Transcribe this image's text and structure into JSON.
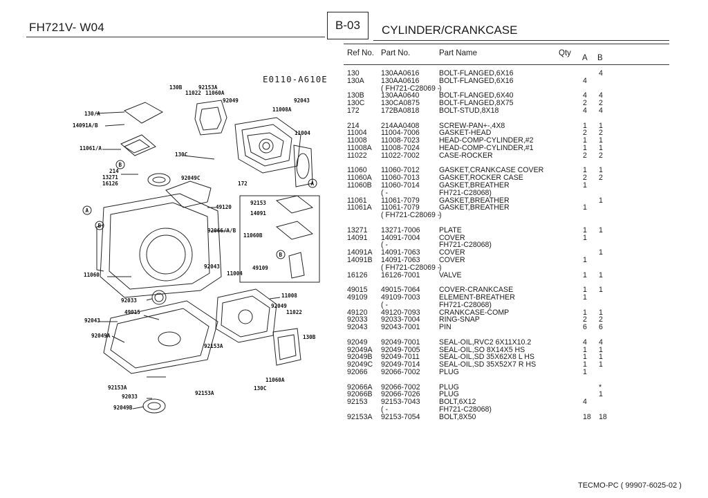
{
  "header": {
    "model": "FH721V- W04",
    "section_code": "B-03",
    "section_title": "CYLINDER/CRANKCASE"
  },
  "columns": {
    "ref_no": "Ref No.",
    "part_no": "Part No.",
    "part_name": "Part Name",
    "qty": "Qty",
    "a": "A",
    "b": "B"
  },
  "diagram": {
    "id": "E0110-A610E",
    "callouts": [
      "130B",
      "92153A",
      "11022",
      "11060A",
      "92049",
      "92043",
      "11008A",
      "130/A",
      "14091A/B",
      "11004",
      "11061/A",
      "130C",
      "214",
      "13271",
      "16126",
      "92049C",
      "172",
      "49120",
      "92153",
      "14091",
      "11060B",
      "92066/A/B",
      "92043",
      "11004",
      "11060",
      "49109",
      "11008",
      "92033",
      "92049",
      "11022",
      "49015",
      "92043",
      "92049A",
      "130B",
      "92153A",
      "92153A",
      "11060A",
      "130C",
      "92153A",
      "92033",
      "92049B"
    ],
    "letter_marks": [
      "B",
      "A",
      "B",
      "A",
      "B"
    ]
  },
  "parts": [
    {
      "ref": "130",
      "part": "130AA0616",
      "name": "BOLT-FLANGED,6X16",
      "a": "",
      "b": "4"
    },
    {
      "ref": "130A",
      "part": "130AA0616",
      "name": "BOLT-FLANGED,6X16",
      "a": "4",
      "b": ""
    },
    {
      "ref": "",
      "part": "(   FH721-C28069 -",
      "name": "          )",
      "a": "",
      "b": ""
    },
    {
      "ref": "130B",
      "part": "130AA0640",
      "name": "BOLT-FLANGED,6X40",
      "a": "4",
      "b": "4"
    },
    {
      "ref": "130C",
      "part": "130CA0875",
      "name": "BOLT-FLANGED,8X75",
      "a": "2",
      "b": "2"
    },
    {
      "ref": "172",
      "part": "172BA0818",
      "name": "BOLT-STUD,8X18",
      "a": "4",
      "b": "4"
    },
    {
      "ref": "",
      "part": "",
      "name": "",
      "a": "",
      "b": ""
    },
    {
      "ref": "214",
      "part": "214AA0408",
      "name": "SCREW-PAN+-,4X8",
      "a": "1",
      "b": "1"
    },
    {
      "ref": "11004",
      "part": "11004-7006",
      "name": "GASKET-HEAD",
      "a": "2",
      "b": "2"
    },
    {
      "ref": "11008",
      "part": "11008-7023",
      "name": "HEAD-COMP-CYLINDER,#2",
      "a": "1",
      "b": "1"
    },
    {
      "ref": "11008A",
      "part": "11008-7024",
      "name": "HEAD-COMP-CYLINDER,#1",
      "a": "1",
      "b": "1"
    },
    {
      "ref": "11022",
      "part": "11022-7002",
      "name": "CASE-ROCKER",
      "a": "2",
      "b": "2"
    },
    {
      "ref": "",
      "part": "",
      "name": "",
      "a": "",
      "b": ""
    },
    {
      "ref": "11060",
      "part": "11060-7012",
      "name": "GASKET,CRANKCASE COVER",
      "a": "1",
      "b": "1"
    },
    {
      "ref": "11060A",
      "part": "11060-7013",
      "name": "GASKET,ROCKER CASE",
      "a": "2",
      "b": "2"
    },
    {
      "ref": "11060B",
      "part": "11060-7014",
      "name": "GASKET,BREATHER",
      "a": "1",
      "b": ""
    },
    {
      "ref": "",
      "part": "(          -",
      "name": "FH721-C28068)",
      "a": "",
      "b": ""
    },
    {
      "ref": "11061",
      "part": "11061-7079",
      "name": "GASKET,BREATHER",
      "a": "",
      "b": "1"
    },
    {
      "ref": "11061A",
      "part": "11061-7079",
      "name": "GASKET,BREATHER",
      "a": "1",
      "b": ""
    },
    {
      "ref": "",
      "part": "(   FH721-C28069 -",
      "name": "          )",
      "a": "",
      "b": ""
    },
    {
      "ref": "",
      "part": "",
      "name": "",
      "a": "",
      "b": ""
    },
    {
      "ref": "13271",
      "part": "13271-7006",
      "name": "PLATE",
      "a": "1",
      "b": "1"
    },
    {
      "ref": "14091",
      "part": "14091-7004",
      "name": "COVER",
      "a": "1",
      "b": ""
    },
    {
      "ref": "",
      "part": "(          -",
      "name": "FH721-C28068)",
      "a": "",
      "b": ""
    },
    {
      "ref": "14091A",
      "part": "14091-7063",
      "name": "COVER",
      "a": "",
      "b": "1"
    },
    {
      "ref": "14091B",
      "part": "14091-7063",
      "name": "COVER",
      "a": "1",
      "b": ""
    },
    {
      "ref": "",
      "part": "(   FH721-C28069 -",
      "name": "          )",
      "a": "",
      "b": ""
    },
    {
      "ref": "16126",
      "part": "16126-7001",
      "name": "VALVE",
      "a": "1",
      "b": "1"
    },
    {
      "ref": "",
      "part": "",
      "name": "",
      "a": "",
      "b": ""
    },
    {
      "ref": "49015",
      "part": "49015-7064",
      "name": "COVER-CRANKCASE",
      "a": "1",
      "b": "1"
    },
    {
      "ref": "49109",
      "part": "49109-7003",
      "name": "ELEMENT-BREATHER",
      "a": "1",
      "b": ""
    },
    {
      "ref": "",
      "part": "(          -",
      "name": "FH721-C28068)",
      "a": "",
      "b": ""
    },
    {
      "ref": "49120",
      "part": "49120-7093",
      "name": "CRANKCASE-COMP",
      "a": "1",
      "b": "1"
    },
    {
      "ref": "92033",
      "part": "92033-7004",
      "name": "RING-SNAP",
      "a": "2",
      "b": "2"
    },
    {
      "ref": "92043",
      "part": "92043-7001",
      "name": "PIN",
      "a": "6",
      "b": "6"
    },
    {
      "ref": "",
      "part": "",
      "name": "",
      "a": "",
      "b": ""
    },
    {
      "ref": "92049",
      "part": "92049-7001",
      "name": "SEAL-OIL,RVC2 6X11X10.2",
      "a": "4",
      "b": "4"
    },
    {
      "ref": "92049A",
      "part": "92049-7005",
      "name": "SEAL-OIL,SO 8X14X5 HS",
      "a": "1",
      "b": "1"
    },
    {
      "ref": "92049B",
      "part": "92049-7011",
      "name": "SEAL-OIL,SD 35X62X8 L HS",
      "a": "1",
      "b": "1"
    },
    {
      "ref": "92049C",
      "part": "92049-7014",
      "name": "SEAL-OIL,SD 35X52X7 R HS",
      "a": "1",
      "b": "1"
    },
    {
      "ref": "92066",
      "part": "92066-7002",
      "name": "PLUG",
      "a": "1",
      "b": ""
    },
    {
      "ref": "",
      "part": "",
      "name": "",
      "a": "",
      "b": ""
    },
    {
      "ref": "92066A",
      "part": "92066-7002",
      "name": "PLUG",
      "a": "",
      "b": "*"
    },
    {
      "ref": "92066B",
      "part": "92066-7026",
      "name": "PLUG",
      "a": "",
      "b": "1"
    },
    {
      "ref": "92153",
      "part": "92153-7043",
      "name": "BOLT,6X12",
      "a": "4",
      "b": ""
    },
    {
      "ref": "",
      "part": "(          -",
      "name": "FH721-C28068)",
      "a": "",
      "b": ""
    },
    {
      "ref": "92153A",
      "part": "92153-7054",
      "name": "BOLT,8X50",
      "a": "18",
      "b": "18"
    }
  ],
  "footer": "TECMO-PC ( 99907-6025-02 )"
}
